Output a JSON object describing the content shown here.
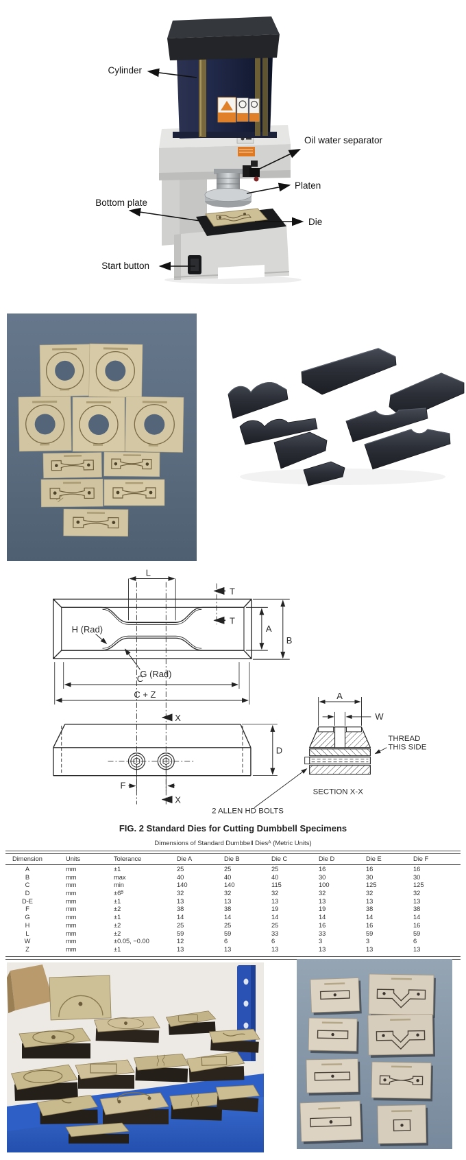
{
  "machine_photo": {
    "labels": {
      "cylinder": "Cylinder",
      "oil_water_separator": "Oil water separator",
      "platen": "Platen",
      "bottom_plate": "Bottom plate",
      "die": "Die",
      "start_button": "Start button"
    }
  },
  "diagram": {
    "dim_l": "L",
    "dim_t_upper": "T",
    "dim_t_lower": "T",
    "h_rad": "H (Rad)",
    "g_rad": "G (Rad)",
    "dim_a": "A",
    "dim_b": "B",
    "dim_c": "C",
    "dim_c_plus_z": "C + Z",
    "x_upper": "X",
    "x_lower": "X",
    "dim_d": "D",
    "dim_f": "F",
    "sec_dim_a": "A",
    "sec_dim_w": "W",
    "thread_note_line1": "THREAD",
    "thread_note_line2": "THIS SIDE",
    "section_label": "SECTION X-X",
    "bolts_note": "2 ALLEN HD BOLTS",
    "caption": "FIG. 2 Standard Dies for Cutting Dumbbell Specimens"
  },
  "table": {
    "subtitle": "Dimensions of Standard Dumbbell Diesᴬ (Metric Units)",
    "columns": [
      "Dimension",
      "Units",
      "Tolerance",
      "Die A",
      "Die B",
      "Die C",
      "Die D",
      "Die E",
      "Die F"
    ],
    "rows": [
      [
        "A",
        "mm",
        "±1",
        "25",
        "25",
        "25",
        "16",
        "16",
        "16"
      ],
      [
        "B",
        "mm",
        "max",
        "40",
        "40",
        "40",
        "30",
        "30",
        "30"
      ],
      [
        "C",
        "mm",
        "min",
        "140",
        "140",
        "115",
        "100",
        "125",
        "125"
      ],
      [
        "D",
        "mm",
        "±6ᴮ",
        "32",
        "32",
        "32",
        "32",
        "32",
        "32"
      ],
      [
        "D-E",
        "mm",
        "±1",
        "13",
        "13",
        "13",
        "13",
        "13",
        "13"
      ],
      [
        "F",
        "mm",
        "±2",
        "38",
        "38",
        "19",
        "19",
        "38",
        "38"
      ],
      [
        "G",
        "mm",
        "±1",
        "14",
        "14",
        "14",
        "14",
        "14",
        "14"
      ],
      [
        "H",
        "mm",
        "±2",
        "25",
        "25",
        "25",
        "16",
        "16",
        "16"
      ],
      [
        "L",
        "mm",
        "±2",
        "59",
        "59",
        "33",
        "33",
        "59",
        "59"
      ],
      [
        "W",
        "mm",
        "±0.05, −0.00",
        "12",
        "6",
        "6",
        "3",
        "3",
        "6"
      ],
      [
        "Z",
        "mm",
        "±1",
        "13",
        "13",
        "13",
        "13",
        "13",
        "13"
      ]
    ]
  },
  "colors": {
    "cylinder_navy": "#1f2a4a",
    "machine_gray": "#d2d3d1",
    "warning_orange": "#e07a22",
    "photo_blue_bg": "#5d6e80",
    "shelf_blue": "#2f63cd",
    "grid_photo_bg": "#8899aa",
    "wood": "#cdbf96",
    "metal_die": "#2e323a"
  }
}
